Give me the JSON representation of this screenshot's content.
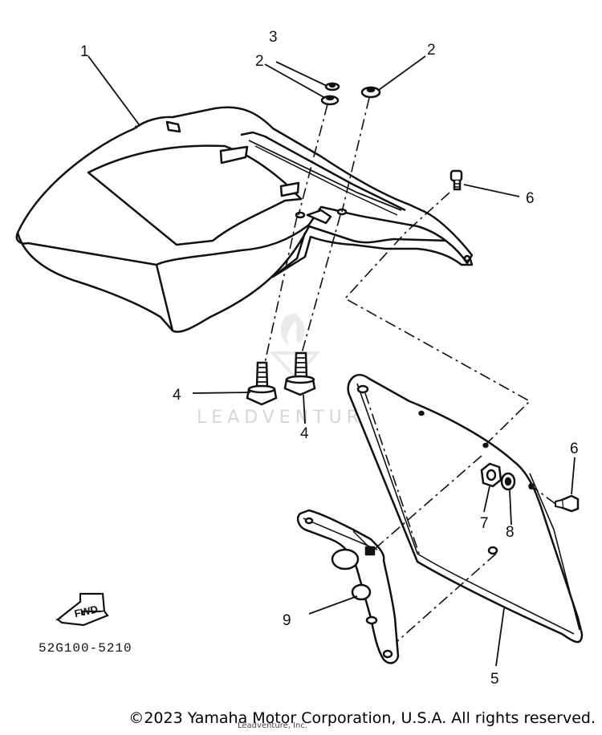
{
  "diagram": {
    "callouts": {
      "p1": "1",
      "p2a": "2",
      "p2b": "2",
      "p3": "3",
      "p4a": "4",
      "p4b": "4",
      "p5": "5",
      "p6a": "6",
      "p6b": "6",
      "p7": "7",
      "p8": "8",
      "p9": "9"
    },
    "fwd_label": "FWD",
    "figure_code": "52G100-5210",
    "watermark": "LEADVENTURE"
  },
  "footer": {
    "copyright": "©2023 Yamaha Motor Corporation, U.S.A. All rights reserved.",
    "small_text": "Leadventure, Inc."
  },
  "colors": {
    "line": "#111111",
    "background": "#ffffff",
    "watermark": "#d6d6d6"
  }
}
